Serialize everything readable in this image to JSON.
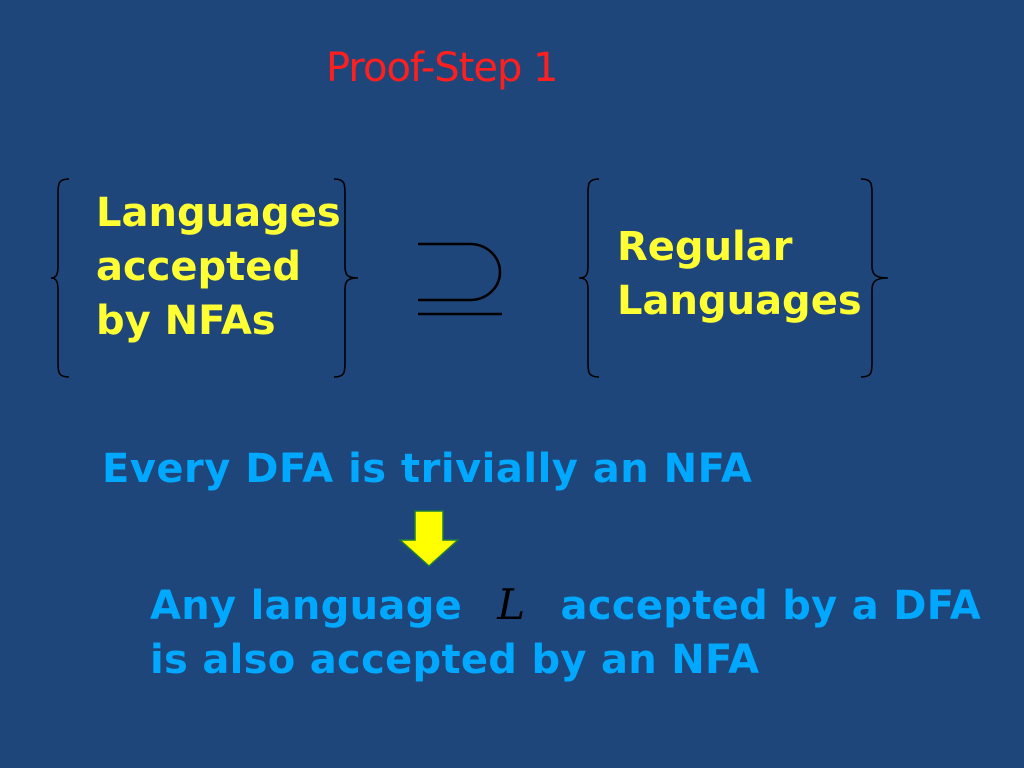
{
  "slide": {
    "title": "Proof-Step 1",
    "left_set": {
      "lines": [
        "Languages",
        "accepted",
        "by NFAs"
      ]
    },
    "relation_symbol": "⊇",
    "right_set": {
      "lines": [
        "Regular",
        "Languages"
      ]
    },
    "statement": "Every DFA is trivially an NFA",
    "conclusion": {
      "line1_before": "Any language ",
      "variable": "L",
      "line1_after": " accepted by a DFA",
      "line2": "is also accepted by an NFA"
    }
  },
  "colors": {
    "background": "#1f467b",
    "title": "#ff1f1f",
    "set_text": "#ffff33",
    "statement_text": "#00a8ff",
    "arrow_fill": "#ffff00",
    "arrow_stroke": "#1e7a3c",
    "symbols": "#000000"
  },
  "icons": {
    "arrow": "down-arrow-icon"
  }
}
